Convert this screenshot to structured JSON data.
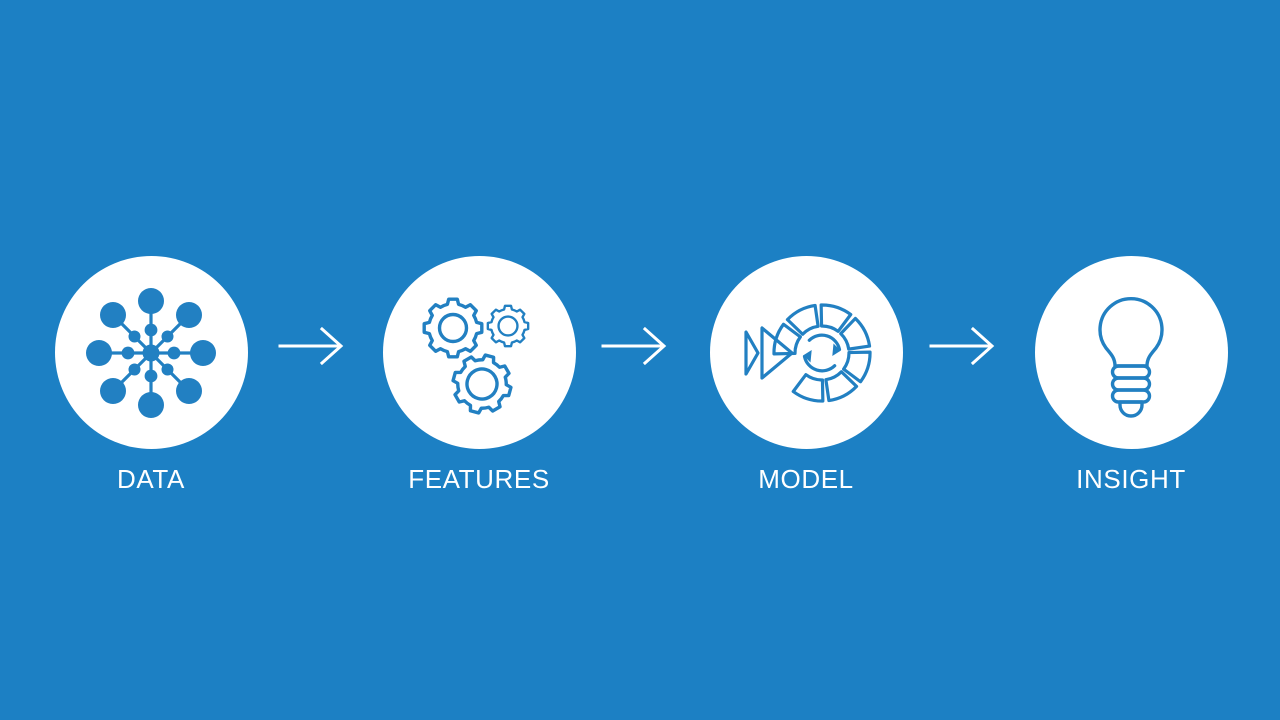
{
  "slide": {
    "background_color": "#1c80c4",
    "accent_color": "#2280c2",
    "disc_color": "#ffffff",
    "label_color": "#ffffff",
    "layout": "horizontal-4-step-pipeline"
  },
  "pipeline": {
    "steps": [
      {
        "id": "data",
        "label": "DATA",
        "icon": "network-nodes-icon"
      },
      {
        "id": "features",
        "label": "FEATURES",
        "icon": "gears-icon"
      },
      {
        "id": "model",
        "label": "MODEL",
        "icon": "model-process-wheel-icon"
      },
      {
        "id": "insight",
        "label": "INSIGHT",
        "icon": "lightbulb-icon"
      }
    ],
    "connectors": [
      {
        "id": "arrow-1",
        "icon": "arrow-right-icon",
        "from": "data",
        "to": "features"
      },
      {
        "id": "arrow-2",
        "icon": "arrow-right-icon",
        "from": "features",
        "to": "model"
      },
      {
        "id": "arrow-3",
        "icon": "arrow-right-icon",
        "from": "model",
        "to": "insight"
      }
    ]
  }
}
